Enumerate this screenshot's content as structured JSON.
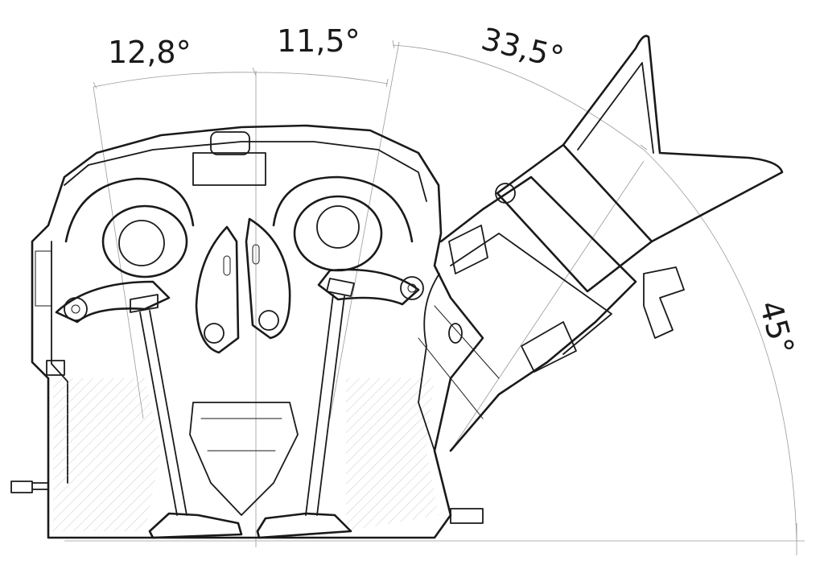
{
  "diagram": {
    "angles": [
      {
        "id": "a1",
        "label": "12,8°"
      },
      {
        "id": "a2",
        "label": "11,5°"
      },
      {
        "id": "a3",
        "label": "33,5°"
      },
      {
        "id": "a4",
        "label": "45°"
      }
    ],
    "colors": {
      "ink": "#1a1a1a",
      "guide": "#9a9a9a",
      "background": "#ffffff"
    }
  }
}
